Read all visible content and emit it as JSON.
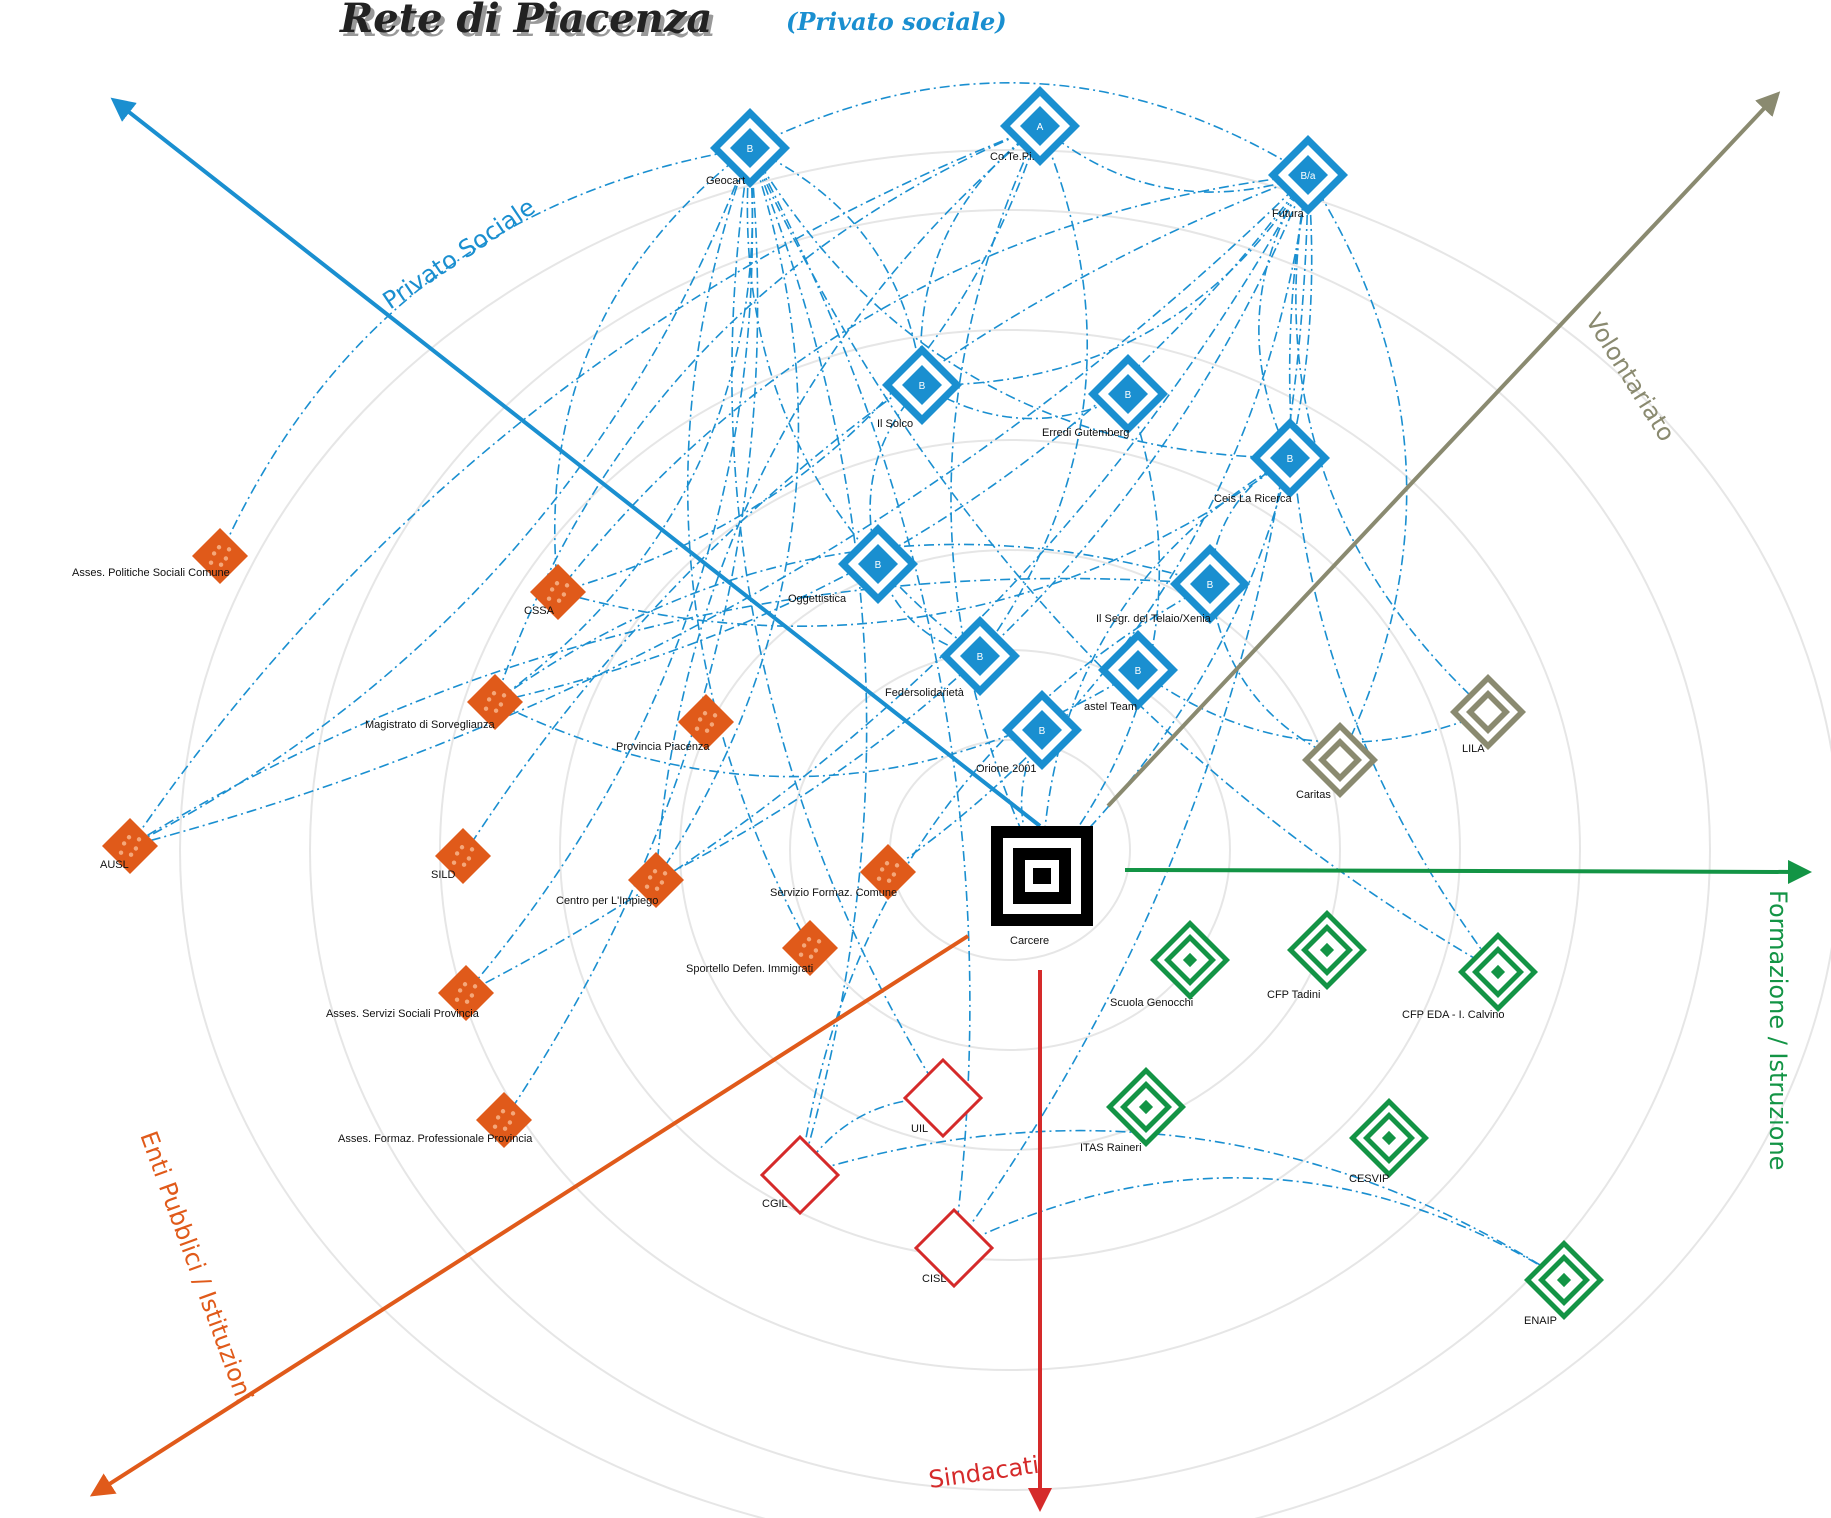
{
  "title": "Rete di Piacenza",
  "subtitle": "(Privato sociale)",
  "colors": {
    "privato": "#1a8fd0",
    "enti": "#e05a1a",
    "volontariato": "#8a8a70",
    "formazione": "#139445",
    "sindacati": "#d52a2a",
    "carcere": "#000000"
  },
  "axes": {
    "privato": "Privato Sociale",
    "volontariato": "Volontariato",
    "formazione": "Formazione / Istruzione",
    "enti": "Enti Pubblici / Istituzioni",
    "sindacati": "Sindacati"
  },
  "center": {
    "label": "Carcere"
  },
  "nodes": [
    {
      "id": "geocart",
      "label": "Geocart",
      "type": "privato",
      "glyph": "B"
    },
    {
      "id": "cotepi",
      "label": "Co.Te.Pi.",
      "type": "privato",
      "glyph": "A"
    },
    {
      "id": "futura",
      "label": "Futura",
      "type": "privato",
      "glyph": "B/a"
    },
    {
      "id": "ilsolco",
      "label": "Il Solco",
      "type": "privato",
      "glyph": "B"
    },
    {
      "id": "erredi",
      "label": "Erredi Gutemberg",
      "type": "privato",
      "glyph": "B"
    },
    {
      "id": "ceis",
      "label": "Ceis La Ricerca",
      "type": "privato",
      "glyph": "B"
    },
    {
      "id": "oggettistica",
      "label": "Oggettistica",
      "type": "privato",
      "glyph": "B"
    },
    {
      "id": "telaio",
      "label": "Il Segr. del Telaio/Xenia",
      "type": "privato",
      "glyph": "B"
    },
    {
      "id": "federsol",
      "label": "Federsolidarietà",
      "type": "privato",
      "glyph": "B"
    },
    {
      "id": "castelteam",
      "label": "astel Team",
      "type": "privato",
      "glyph": "B"
    },
    {
      "id": "orione",
      "label": "Orione 2001",
      "type": "privato",
      "glyph": "B"
    },
    {
      "id": "assespol",
      "label": "Asses. Politiche Sociali Comune",
      "type": "enti"
    },
    {
      "id": "cssa",
      "label": "CSSA",
      "type": "enti"
    },
    {
      "id": "magistrato",
      "label": "Magistrato di Sorveglianza",
      "type": "enti"
    },
    {
      "id": "provincia",
      "label": "Provincia Piacenza",
      "type": "enti"
    },
    {
      "id": "ausl",
      "label": "AUSL",
      "type": "enti"
    },
    {
      "id": "sild",
      "label": "SILD",
      "type": "enti"
    },
    {
      "id": "centroimpiego",
      "label": "Centro per L'Impiego",
      "type": "enti"
    },
    {
      "id": "servformaz",
      "label": "Servizio Formaz. Comune",
      "type": "enti"
    },
    {
      "id": "sportello",
      "label": "Sportello Defen. Immigrati",
      "type": "enti"
    },
    {
      "id": "assesserv",
      "label": "Asses. Servizi Sociali Provincia",
      "type": "enti"
    },
    {
      "id": "assesform",
      "label": "Asses. Formaz. Professionale Provincia",
      "type": "enti"
    },
    {
      "id": "caritas",
      "label": "Caritas",
      "type": "volontariato"
    },
    {
      "id": "lila",
      "label": "LILA",
      "type": "volontariato"
    },
    {
      "id": "genocchi",
      "label": "Scuola Genocchi",
      "type": "formazione"
    },
    {
      "id": "tadini",
      "label": "CFP Tadini",
      "type": "formazione"
    },
    {
      "id": "calvino",
      "label": "CFP EDA - I. Calvino",
      "type": "formazione"
    },
    {
      "id": "itas",
      "label": "ITAS Raineri",
      "type": "formazione"
    },
    {
      "id": "cesvip",
      "label": "CESVIP",
      "type": "formazione"
    },
    {
      "id": "enaip",
      "label": "ENAIP",
      "type": "formazione"
    },
    {
      "id": "uil",
      "label": "UIL",
      "type": "sindacati"
    },
    {
      "id": "cgil",
      "label": "CGIL",
      "type": "sindacati"
    },
    {
      "id": "cisl",
      "label": "CISL",
      "type": "sindacati"
    }
  ],
  "edges": [
    [
      "geocart",
      "ilsolco"
    ],
    [
      "geocart",
      "ceis"
    ],
    [
      "geocart",
      "federsol"
    ],
    [
      "geocart",
      "cssa"
    ],
    [
      "geocart",
      "magistrato"
    ],
    [
      "geocart",
      "ausl"
    ],
    [
      "geocart",
      "assespol"
    ],
    [
      "geocart",
      "centroimpiego"
    ],
    [
      "geocart",
      "sportello"
    ],
    [
      "geocart",
      "assesserv"
    ],
    [
      "geocart",
      "assesform"
    ],
    [
      "geocart",
      "futura"
    ],
    [
      "geocart",
      "cisl"
    ],
    [
      "geocart",
      "cgil"
    ],
    [
      "geocart",
      "calvino"
    ],
    [
      "cotepi",
      "futura"
    ],
    [
      "cotepi",
      "ilsolco"
    ],
    [
      "cotepi",
      "cssa"
    ],
    [
      "cotepi",
      "magistrato"
    ],
    [
      "cotepi",
      "ausl"
    ],
    [
      "cotepi",
      "federsol"
    ],
    [
      "cotepi",
      "centroimpiego"
    ],
    [
      "cotepi",
      "carcere"
    ],
    [
      "futura",
      "ceis"
    ],
    [
      "futura",
      "caritas"
    ],
    [
      "futura",
      "lila"
    ],
    [
      "futura",
      "ilsolco"
    ],
    [
      "futura",
      "cssa"
    ],
    [
      "futura",
      "magistrato"
    ],
    [
      "futura",
      "ausl"
    ],
    [
      "futura",
      "sild"
    ],
    [
      "futura",
      "centroimpiego"
    ],
    [
      "futura",
      "servformaz"
    ],
    [
      "futura",
      "assesserv"
    ],
    [
      "futura",
      "calvino"
    ],
    [
      "futura",
      "cisl"
    ],
    [
      "futura",
      "carcere"
    ],
    [
      "erredi",
      "ilsolco"
    ],
    [
      "erredi",
      "carcere"
    ],
    [
      "oggettistica",
      "ilsolco"
    ],
    [
      "oggettistica",
      "federsol"
    ],
    [
      "telaio",
      "ceis"
    ],
    [
      "telaio",
      "magistrato"
    ],
    [
      "telaio",
      "ausl"
    ],
    [
      "telaio",
      "cgil"
    ],
    [
      "telaio",
      "caritas"
    ],
    [
      "castelteam",
      "lila"
    ],
    [
      "castelteam",
      "magistrato"
    ],
    [
      "orione",
      "carcere"
    ],
    [
      "ceis",
      "cssa"
    ],
    [
      "ceis",
      "carcere"
    ],
    [
      "uil",
      "cgil"
    ],
    [
      "cisl",
      "enaip"
    ],
    [
      "cgil",
      "enaip"
    ],
    [
      "geocart",
      "uil"
    ]
  ]
}
